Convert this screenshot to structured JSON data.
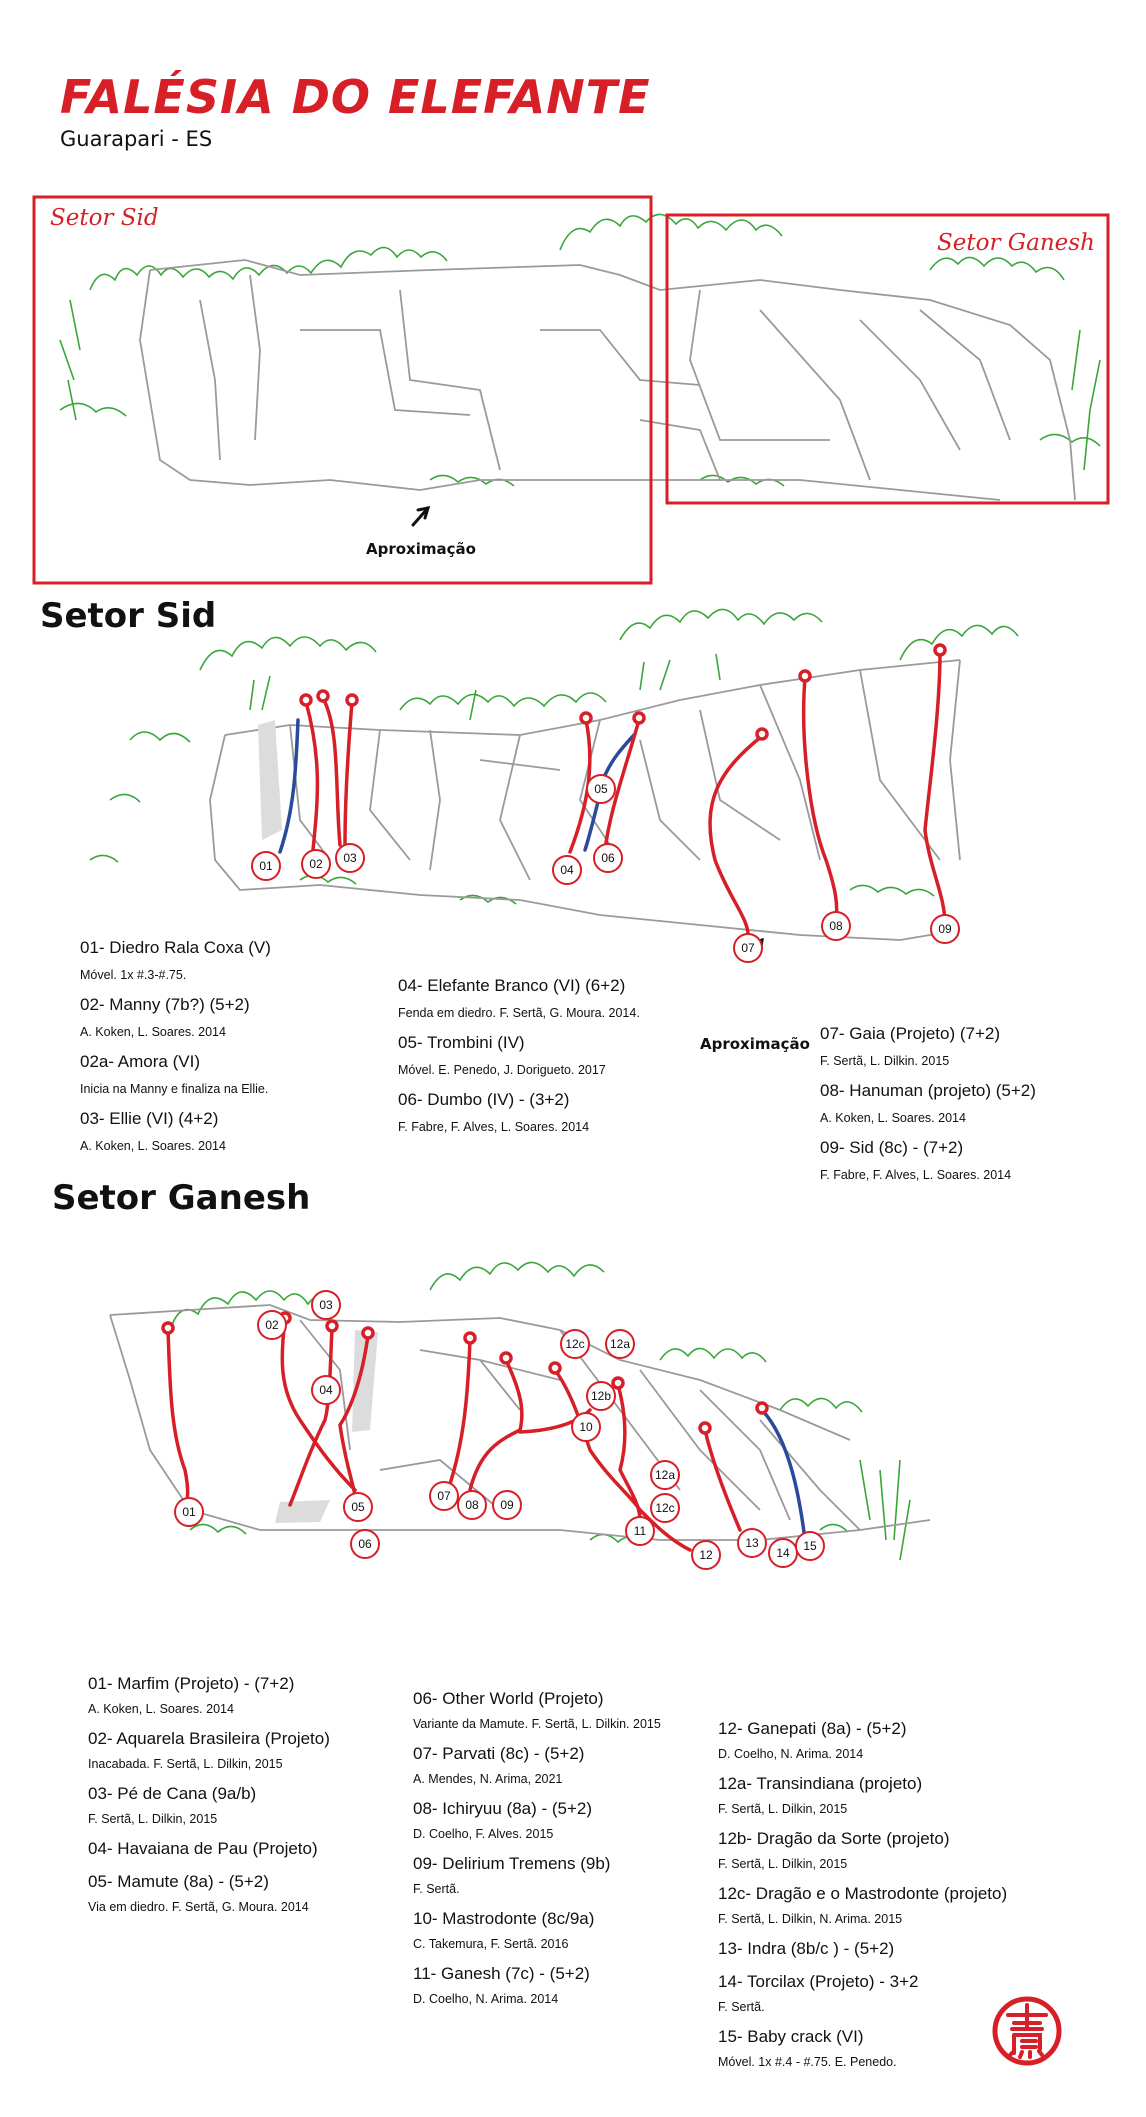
{
  "header": {
    "title": "FALÉSIA DO ELEFANTE",
    "subtitle": "Guarapari - ES"
  },
  "overview": {
    "sid_label": "Setor Sid",
    "ganesh_label": "Setor Ganesh",
    "approach_label": "Aproximação"
  },
  "sid": {
    "heading": "Setor Sid",
    "approach_label": "Aproximação",
    "route_markers": [
      "01",
      "02",
      "03",
      "04",
      "05",
      "06",
      "07",
      "08",
      "09"
    ],
    "routes_col1": [
      {
        "name": "01- Diedro Rala Coxa (V)",
        "info": "Móvel. 1x #.3-#.75."
      },
      {
        "name": "02- Manny (7b?) (5+2)",
        "info": "A. Koken, L. Soares. 2014"
      },
      {
        "name": "02a- Amora (VI)",
        "info": "Inicia na Manny e finaliza na Ellie."
      },
      {
        "name": "03- Ellie (VI) (4+2)",
        "info": "A. Koken, L. Soares. 2014"
      }
    ],
    "routes_col2": [
      {
        "name": "04- Elefante Branco (VI) (6+2)",
        "info": "Fenda em diedro. F. Sertã, G. Moura. 2014."
      },
      {
        "name": "05- Trombini (IV)",
        "info": "Móvel. E. Penedo, J. Dorigueto. 2017"
      },
      {
        "name": "06- Dumbo (IV) - (3+2)",
        "info": "F. Fabre, F. Alves, L. Soares. 2014"
      }
    ],
    "routes_col3": [
      {
        "name": "07- Gaia (Projeto) (7+2)",
        "info": "F. Sertã, L. Dilkin. 2015"
      },
      {
        "name": "08- Hanuman (projeto) (5+2)",
        "info": "A. Koken, L. Soares. 2014"
      },
      {
        "name": "09- Sid (8c) - (7+2)",
        "info": "F. Fabre, F. Alves, L. Soares. 2014"
      }
    ]
  },
  "ganesh": {
    "heading": "Setor Ganesh",
    "route_markers": [
      "01",
      "02",
      "03",
      "04",
      "05",
      "06",
      "07",
      "08",
      "09",
      "10",
      "11",
      "12",
      "12a",
      "12b",
      "12c",
      "12c",
      "12a",
      "13",
      "14",
      "15"
    ],
    "routes_col1": [
      {
        "name": "01- Marfim (Projeto) - (7+2)",
        "info": "A. Koken, L. Soares. 2014"
      },
      {
        "name": "02- Aquarela Brasileira (Projeto)",
        "info": "Inacabada. F. Sertã, L. Dilkin, 2015"
      },
      {
        "name": "03- Pé de Cana (9a/b)",
        "info": "F. Sertã, L. Dilkin, 2015"
      },
      {
        "name": "04- Havaiana de Pau (Projeto)",
        "info": ""
      },
      {
        "name": "05- Mamute (8a) - (5+2)",
        "info": "Via em diedro. F. Sertã, G. Moura. 2014"
      }
    ],
    "routes_col2": [
      {
        "name": "06- Other World (Projeto)",
        "info": "Variante da Mamute. F. Sertã, L. Dilkin. 2015"
      },
      {
        "name": "07- Parvati (8c) - (5+2)",
        "info": "A. Mendes, N. Arima, 2021"
      },
      {
        "name": "08- Ichiryuu (8a) - (5+2)",
        "info": "D. Coelho, F. Alves. 2015"
      },
      {
        "name": "09- Delirium Tremens (9b)",
        "info": "F. Sertã."
      },
      {
        "name": "10- Mastrodonte (8c/9a)",
        "info": "C. Takemura, F. Sertã. 2016"
      },
      {
        "name": "11- Ganesh (7c) - (5+2)",
        "info": "D. Coelho, N. Arima. 2014"
      }
    ],
    "routes_col3": [
      {
        "name": "12- Ganepati (8a) - (5+2)",
        "info": "D. Coelho, N. Arima. 2014"
      },
      {
        "name": "12a- Transindiana (projeto)",
        "info": "F. Sertã, L. Dilkin, 2015"
      },
      {
        "name": "12b- Dragão da Sorte (projeto)",
        "info": "F. Sertã, L. Dilkin, 2015"
      },
      {
        "name": "12c- Dragão e o Mastrodonte (projeto)",
        "info": "F. Sertã, L. Dilkin, N. Arima. 2015"
      },
      {
        "name": "13- Indra (8b/c ) - (5+2)",
        "info": ""
      },
      {
        "name": "14- Torcilax (Projeto) - 3+2",
        "info": "F. Sertã."
      },
      {
        "name": "15- Baby crack (VI)",
        "info": "Móvel. 1x #.4 - #.75. E. Penedo."
      }
    ]
  },
  "colors": {
    "accent_red": "#d61f26",
    "route_red": "#d61f26",
    "route_blue": "#2a4a9c",
    "vegetation_green": "#3aa63a",
    "rock_gray": "#9a9a9a"
  },
  "icons": {
    "logo": "seal-logo-icon"
  }
}
